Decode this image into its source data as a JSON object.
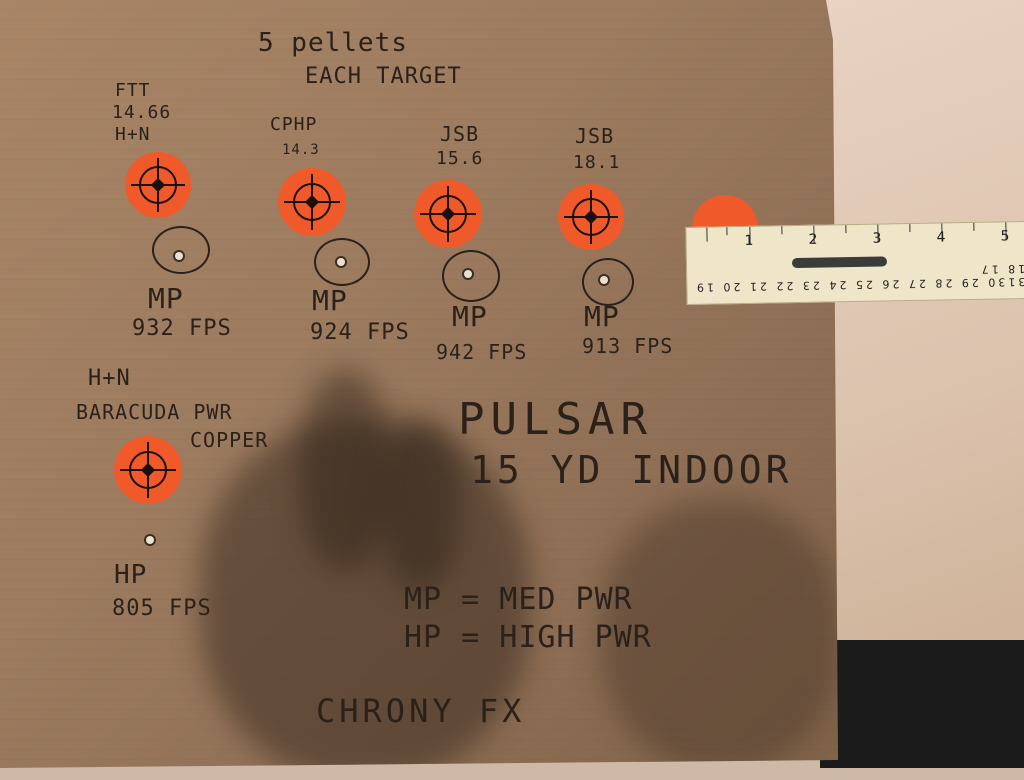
{
  "header": {
    "line1": "5 pellets",
    "line2": "EACH TARGET"
  },
  "targets": [
    {
      "label": "FTT",
      "weight": "14.66",
      "brand": "H+N",
      "power": "MP",
      "speed": "932 FPS"
    },
    {
      "label": "CPHP",
      "weight": "14.3",
      "brand": "",
      "power": "MP",
      "speed": "924 FPS"
    },
    {
      "label": "JSB",
      "weight": "15.6",
      "brand": "",
      "power": "MP",
      "speed": "942 FPS"
    },
    {
      "label": "JSB",
      "weight": "18.1",
      "brand": "",
      "power": "MP",
      "speed": "913 FPS"
    }
  ],
  "bottom_target": {
    "brand": "H+N",
    "name": "BARACUDA PWR",
    "type": "COPPER",
    "power": "HP",
    "speed": "805 FPS"
  },
  "rifle": {
    "name": "PULSAR",
    "conditions": "15 YD INDOOR"
  },
  "legend": {
    "mp": "MP = MED PWR",
    "hp": "HP = HIGH PWR"
  },
  "chrono": "CHRONY FX",
  "ruler": {
    "inches": [
      "1",
      "2",
      "3",
      "4",
      "5"
    ],
    "cm": "3130 29 28 27 26 25 24 23 22 21 20 19 18 17"
  },
  "colors": {
    "target": "#f05a2a",
    "ink": "#2a211b",
    "cardboard": "#9c7b5f"
  }
}
